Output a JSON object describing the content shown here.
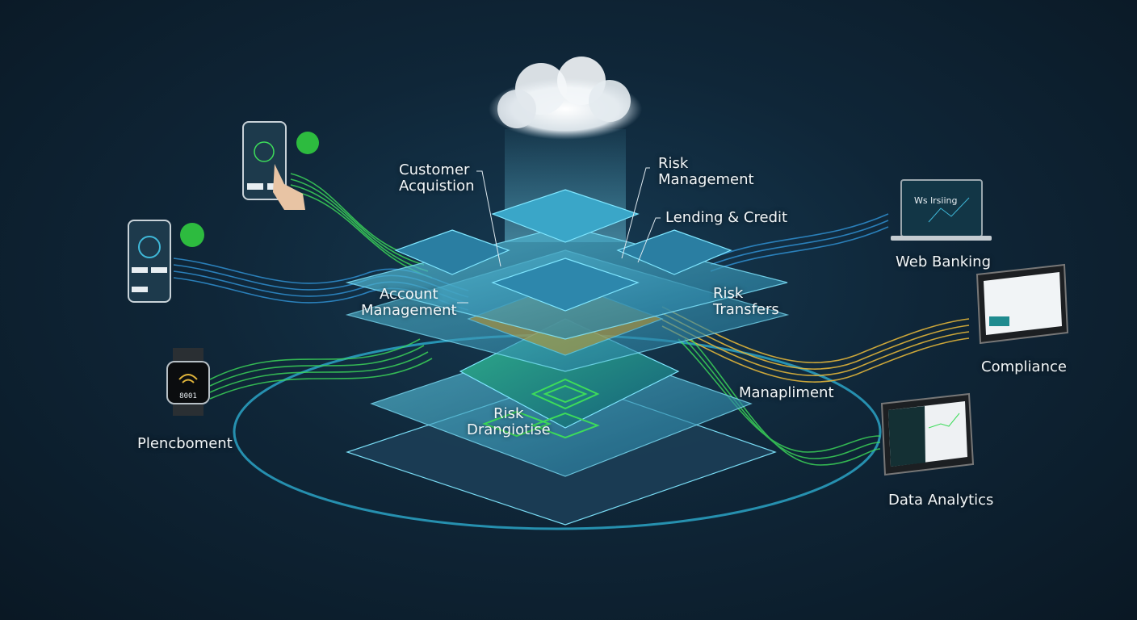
{
  "diagram": {
    "center_labels": {
      "customer_acquisition": [
        "Customer",
        "Acquistion"
      ],
      "risk_management": [
        "Risk",
        "Management"
      ],
      "lending_credit": "Lending & Credit",
      "account_management": [
        "Account",
        "Management"
      ],
      "risk_transfers": [
        "Risk",
        "Transfers"
      ],
      "manapliment": "Manapliment",
      "risk_drangiotise": [
        "Risk",
        "Drangiotise"
      ]
    },
    "left_devices": {
      "watch_label": "Plencboment",
      "watch_screen": "8001"
    },
    "right_devices": {
      "web_banking": {
        "label": "Web Banking",
        "screen_title": "Ws lrsiing"
      },
      "compliance": {
        "label": "Compliance"
      },
      "data_analytics": {
        "label": "Data Analytics"
      }
    },
    "colors": {
      "background": "#0f2638",
      "layer_cyan": "#3fb8d8",
      "flow_green": "#3ddc5a",
      "flow_blue": "#2f8fd0",
      "flow_gold": "#e0b43a",
      "badge_green": "#2dbb3f"
    },
    "icons": [
      "cloud-icon",
      "phone-icon",
      "hand-icon",
      "watch-icon",
      "laptop-icon",
      "tablet-icon",
      "wifi-icon",
      "badge-icon"
    ]
  }
}
